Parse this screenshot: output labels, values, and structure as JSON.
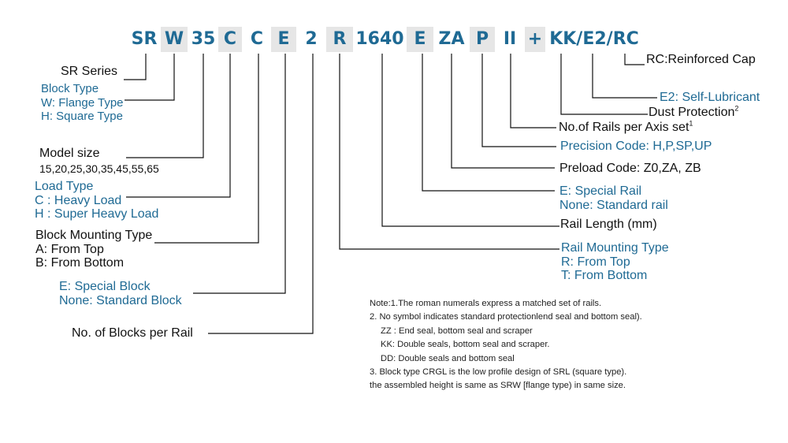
{
  "code_segments": [
    "SR",
    "W",
    "35",
    "C",
    "C",
    "E",
    "2",
    "R",
    "1640",
    "E",
    "ZA",
    "P",
    "II",
    "+",
    "KK/E2/RC"
  ],
  "labels": {
    "sr_series": "SR Series",
    "block_type": {
      "title": "Block Type",
      "w": "W: Flange Type",
      "h": "H: Square Type"
    },
    "model_size": {
      "title": "Model size",
      "values": "15,20,25,30,35,45,55,65"
    },
    "load_type": {
      "title": "Load Type",
      "c": "C : Heavy Load",
      "h": "H : Super Heavy Load"
    },
    "block_mounting": {
      "title": "Block Mounting Type",
      "a": "A: From Top",
      "b": "B: From Bottom"
    },
    "special_block": {
      "e": "E: Special Block",
      "none": "None: Standard Block"
    },
    "blocks_per_rail": "No. of Blocks per Rail",
    "rc": "RC:Reinforced Cap",
    "e2": "E2: Self-Lubricant",
    "dust": "Dust Protection",
    "dust_sup": "2",
    "rails_per_axis": "No.of Rails per Axis set",
    "rails_sup": "1",
    "precision": "Precision Code: H,P,SP,UP",
    "preload": "Preload Code: Z0,ZA, ZB",
    "special_rail": {
      "e": "E: Special Rail",
      "none": "None: Standard rail"
    },
    "rail_length": "Rail Length (mm)",
    "rail_mounting": {
      "title": "Rail Mounting Type",
      "r": "R: From Top",
      "t": "T: From Bottom"
    }
  },
  "notes": [
    "Note:1.The roman numerals express a matched set of rails.",
    "2. No symbol indicates standard protectionlend seal and bottom seal).",
    "ZZ : End seal, bottom seal and scraper",
    "KK: Double seals, bottom seal and scraper.",
    "DD: Double seals and bottom seal",
    "3. Block type CRGL is the low profile design of SRL (square type).",
    "the assembled height is same as SRW [flange type) in same size."
  ],
  "colors": {
    "accent": "#1f6a94",
    "text": "#111111",
    "shade": "#e6e6e6"
  }
}
